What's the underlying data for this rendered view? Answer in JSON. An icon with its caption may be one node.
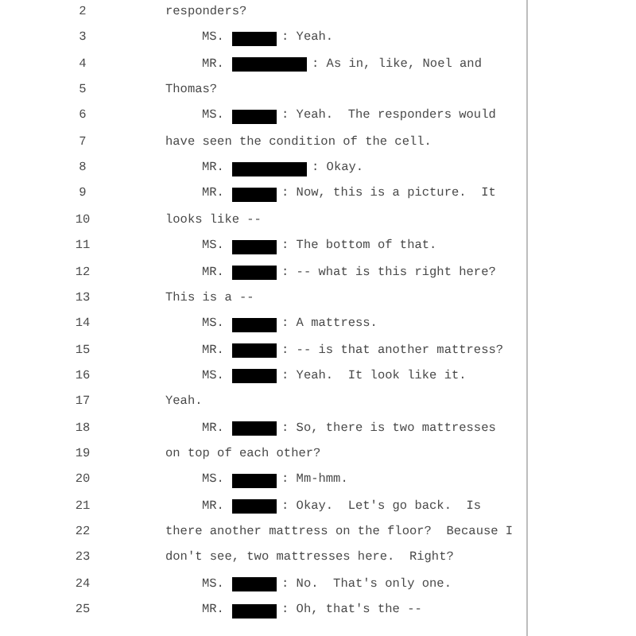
{
  "diagram": {
    "labels": [
      "2",
      "responders?",
      "3",
      "MS.",
      ": Yeah.",
      "4",
      "MR.",
      ": As in, like, Noel and",
      "5",
      "Thomas?",
      "6",
      "MS.",
      ": Yeah.  The responders would",
      "7",
      "have seen the condition of the cell.",
      "8",
      "MR.",
      ": Okay.",
      "9",
      "MR.",
      ": Now, this is a picture.  It",
      "10",
      "looks like --",
      "11",
      "MS.",
      ": The bottom of that.",
      "12",
      "MR.",
      ": -- what is this right here?",
      "13",
      "This is a --",
      "14",
      "MS.",
      ": A mattress.",
      "15",
      "MR.",
      ": -- is that another mattress?",
      "16",
      "MS.",
      ": Yeah.  It look like it.",
      "17",
      "Yeah.",
      "18",
      "MR.",
      ": So, there is two mattresses",
      "19",
      "on top of each other?",
      "20",
      "MS.",
      ": Mm-hmm.",
      "21",
      "MR.",
      ": Okay.  Let's go back.  Is",
      "22",
      "there another mattress on the floor?  Because I",
      "23",
      "don't see, two mattresses here.  Right?",
      "24",
      "MS.",
      ": No.  That's only one.",
      "25",
      "MR.",
      ": Oh, that's the --"
    ]
  }
}
